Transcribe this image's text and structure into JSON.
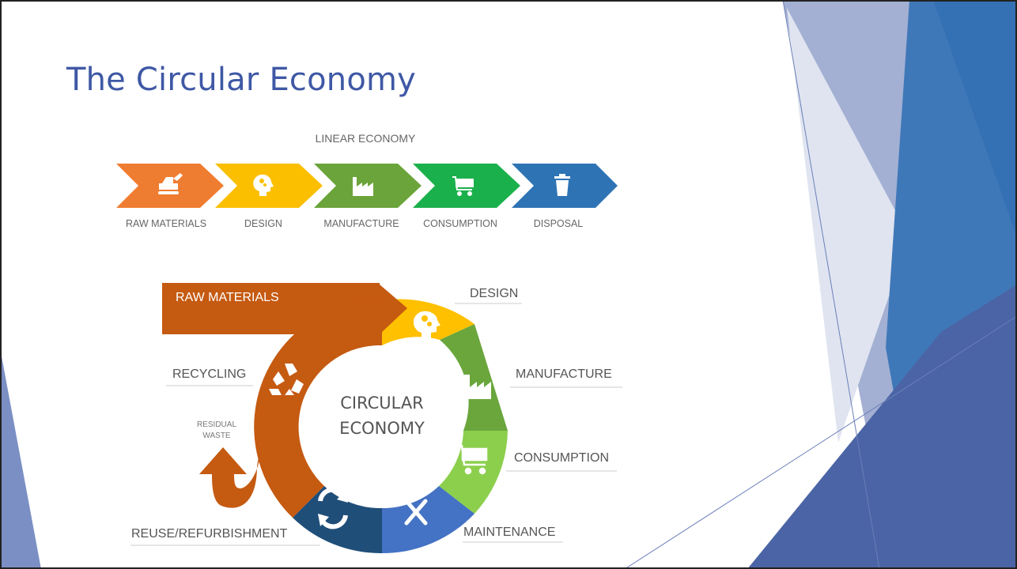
{
  "slide": {
    "title": "The Circular Economy"
  },
  "linear": {
    "heading": "LINEAR ECONOMY",
    "steps": [
      {
        "label": "RAW MATERIALS",
        "color": "#ef7d31",
        "icon": "excavator-icon"
      },
      {
        "label": "DESIGN",
        "color": "#fbbf00",
        "icon": "head-gears-icon"
      },
      {
        "label": "MANUFACTURE",
        "color": "#6ba43a",
        "icon": "factory-icon"
      },
      {
        "label": "CONSUMPTION",
        "color": "#1ab04b",
        "icon": "shopping-cart-icon"
      },
      {
        "label": "DISPOSAL",
        "color": "#2e74b5",
        "icon": "trash-icon"
      }
    ]
  },
  "circular": {
    "center_line1": "CIRCULAR",
    "center_line2": "ECONOMY",
    "raw_materials": "RAW MATERIALS",
    "design": "DESIGN",
    "manufacture": "MANUFACTURE",
    "consumption": "CONSUMPTION",
    "maintenance": "MAINTENANCE",
    "reuse": "REUSE/REFURBISHMENT",
    "recycling": "RECYCLING",
    "residual_line1": "RESIDUAL",
    "residual_line2": "WASTE",
    "colors": {
      "orange": "#c55a11",
      "yellow": "#ffc000",
      "green_dark": "#6aa63c",
      "green_light": "#8ccf4d",
      "blue": "#4472c4",
      "navy": "#1f4e79"
    }
  },
  "theme": {
    "title_color": "#3f58a5",
    "deco_colors": [
      "#8e9dc4",
      "#3d74b1",
      "#526aa8"
    ]
  }
}
